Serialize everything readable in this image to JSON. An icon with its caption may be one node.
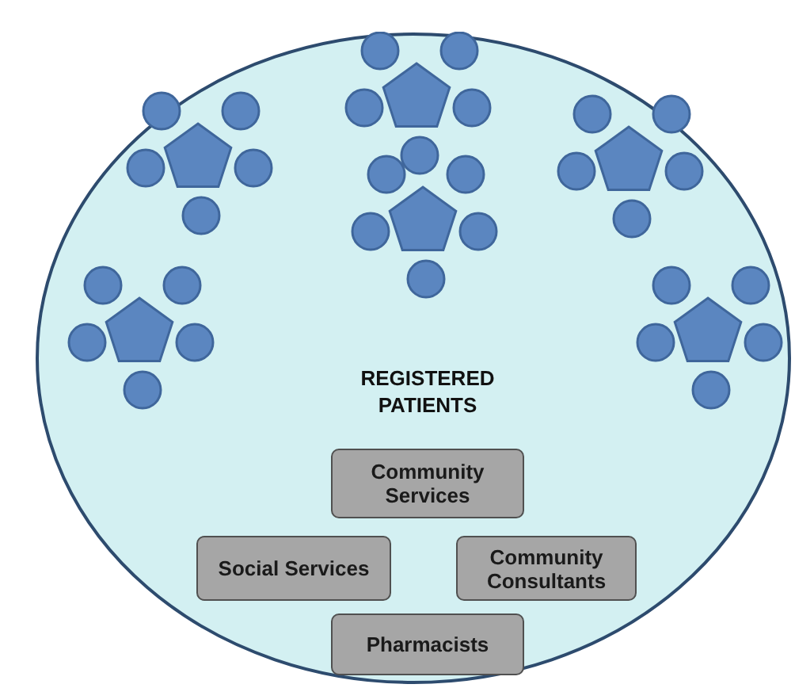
{
  "diagram": {
    "nodes": [
      {
        "text": [
          "REGISTERED PATIENTS"
        ]
      },
      {
        "text": [
          "Community Services"
        ],
        "in": 0
      },
      {
        "text": [
          "Social Services"
        ],
        "in": 0
      },
      {
        "text": [
          "Community Consultants"
        ],
        "in": 0
      },
      {
        "text": [
          "Pharmacists"
        ],
        "in": 0
      }
    ]
  }
}
